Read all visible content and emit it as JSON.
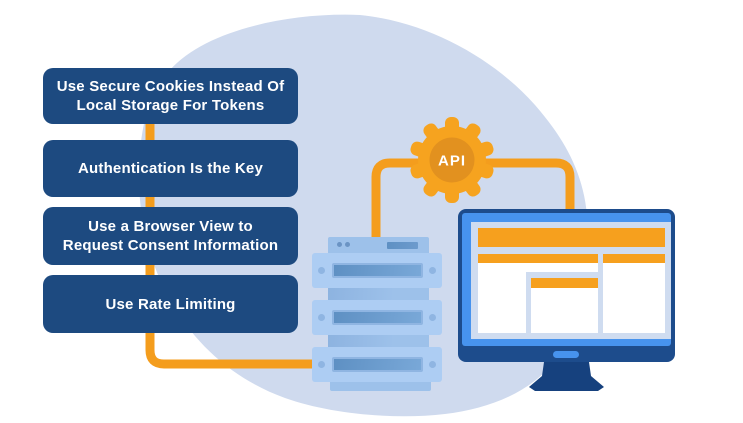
{
  "figure": {
    "type": "infographic",
    "topic": "API security best practices"
  },
  "practices": [
    {
      "label": "Use Secure Cookies Instead Of\nLocal Storage For Tokens"
    },
    {
      "label": "Authentication Is the Key"
    },
    {
      "label": "Use a Browser View to\nRequest Consent Information"
    },
    {
      "label": "Use Rate Limiting"
    }
  ],
  "gear": {
    "label": "API"
  },
  "colors": {
    "background": "#ffffff",
    "blob": "#cfdaee",
    "box-bg": "#1d4a80",
    "box-text": "#ffffff",
    "connector": "#f49d1d",
    "gear-outer": "#f6a31f",
    "gear-inner": "#e2911f",
    "gear-text": "#ffffff",
    "server-body": "#adcdf3",
    "server-trim": "#9dc1ea",
    "server-slot": "#6d9bcd",
    "server-slot-dark": "#5e90c3",
    "server-dot": "#8fb5e2",
    "server-pin": "#6b94c4",
    "monitor-frame": "#1d4c8c",
    "monitor-glass": "#4793ee",
    "screen-bg": "#cfdcf0",
    "screen-accent": "#f6a01e",
    "panel": "#ffffff",
    "stand": "#16417e"
  }
}
